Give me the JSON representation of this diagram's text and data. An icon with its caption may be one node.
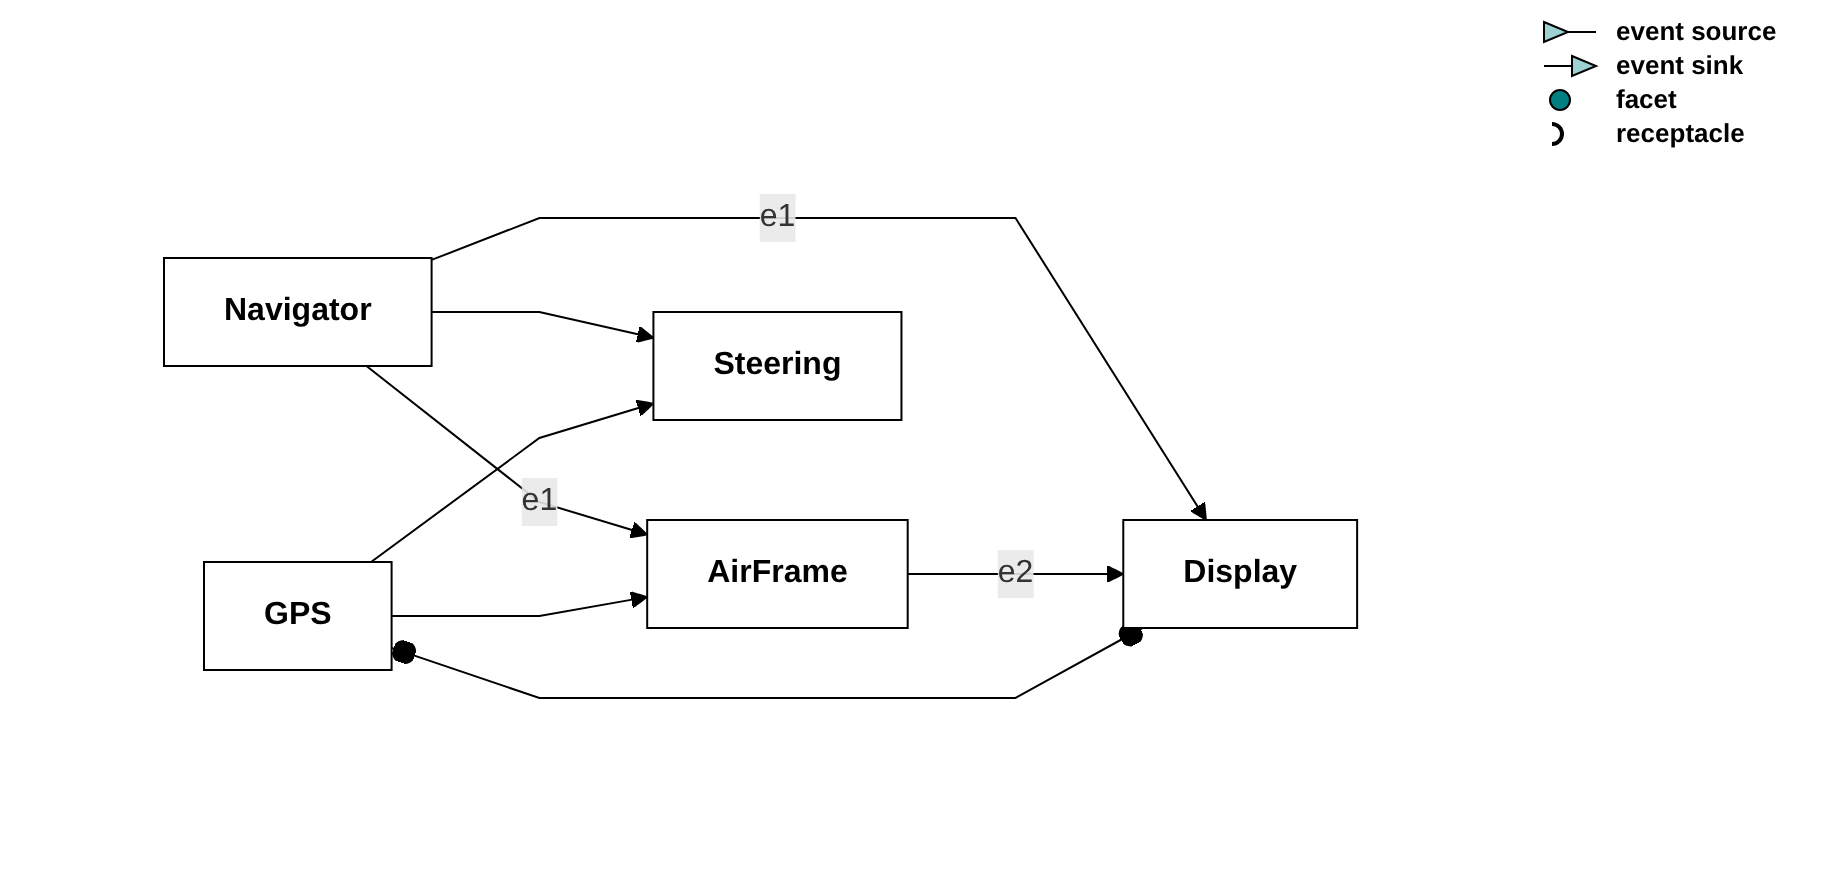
{
  "diagram": {
    "nodes": [
      {
        "text": [
          "Navigator"
        ]
      },
      {
        "text": [
          "AirFrame"
        ]
      },
      {
        "text": [
          "GPS"
        ]
      },
      {
        "text": [
          "Display"
        ]
      },
      {
        "text": [
          "Steering"
        ]
      }
    ],
    "edges": [
      {
        "from": 0,
        "to": 1,
        "arrow": "to",
        "label": "e1"
      },
      {
        "from": 0,
        "to": 3,
        "arrow": "to",
        "label": "e1"
      },
      {
        "from": 0,
        "to": 4,
        "arrow": "to"
      },
      {
        "from": 2,
        "to": 1,
        "arrow": "to"
      },
      {
        "from": 1,
        "to": 3,
        "arrow": "to",
        "label": "e2"
      },
      {
        "from": 2,
        "to": 3,
        "arrow": "other"
      },
      {
        "from": 2,
        "to": 4,
        "arrow": "to"
      }
    ],
    "legend": [
      {
        "text": "event source"
      },
      {
        "text": "event sink"
      },
      {
        "text": "facet"
      },
      {
        "text": "receptacle"
      }
    ]
  }
}
